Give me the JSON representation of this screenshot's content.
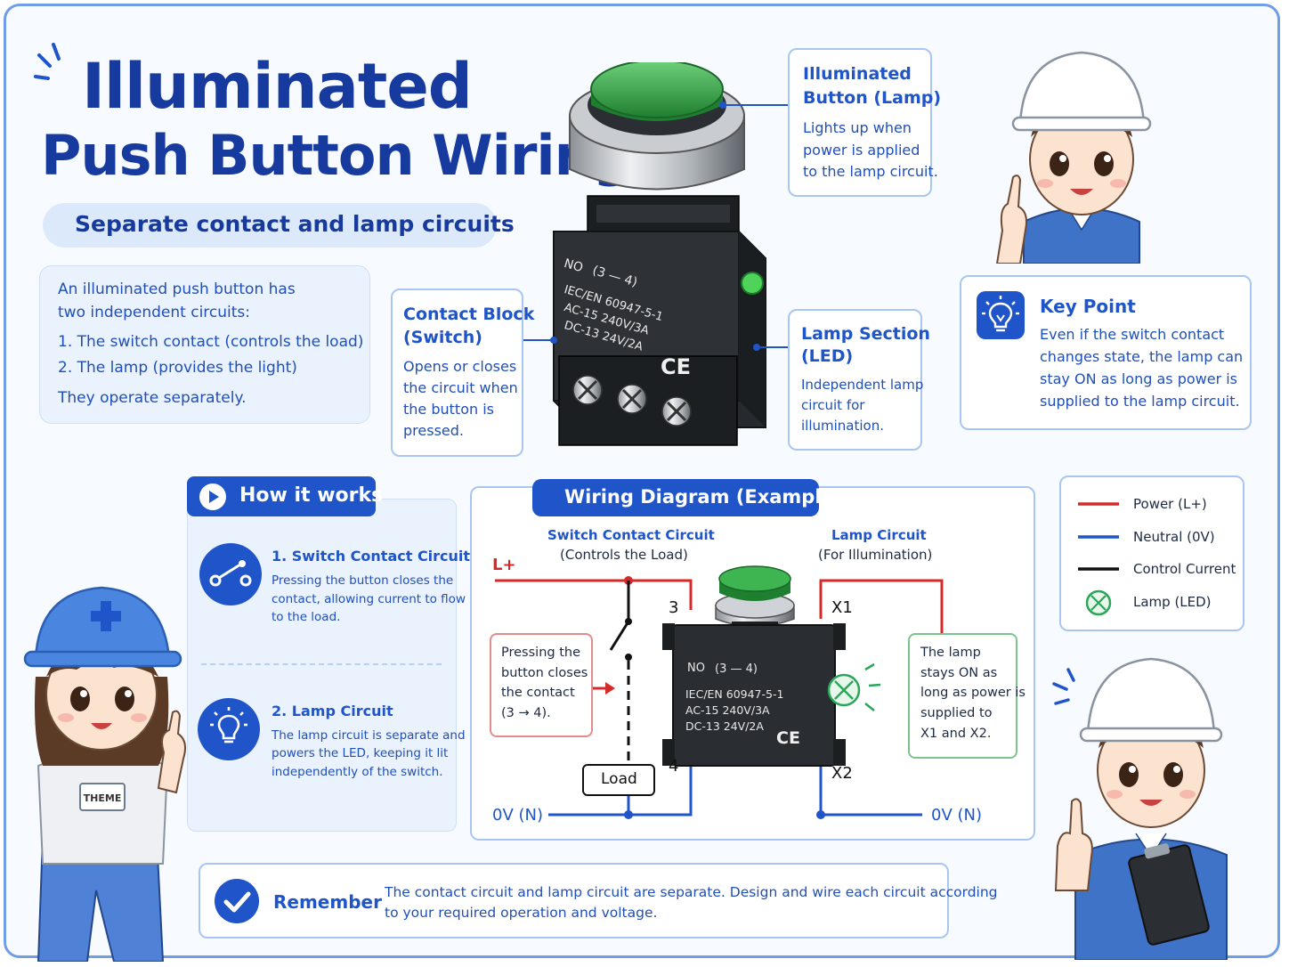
{
  "title": {
    "line1": "Illuminated",
    "line2": "Push Button Wiring"
  },
  "subtitle": "Separate contact and lamp circuits",
  "intro": {
    "line1": "An illuminated push button has",
    "line2": "two independent circuits:",
    "item1": "1. The switch contact (controls the load)",
    "item2": "2. The lamp (provides the light)",
    "closing": "They operate separately."
  },
  "callouts": {
    "lamp_button": {
      "title_line1": "Illuminated",
      "title_line2": "Button (Lamp)",
      "text_lines": [
        "Lights up when",
        "power is applied",
        "to the lamp circuit."
      ]
    },
    "contact_block": {
      "title_line1": "Contact Block",
      "title_line2": "(Switch)",
      "text_lines": [
        "Opens or closes",
        "the circuit when",
        "the button is",
        "pressed."
      ]
    },
    "lamp_section": {
      "title_line1": "Lamp Section",
      "title_line2": "(LED)",
      "text_lines": [
        "Independent lamp",
        "circuit for",
        "illumination."
      ]
    }
  },
  "device_labels": {
    "no": "NO",
    "contacts": "(3 — 4)",
    "standard": "IEC/EN 60947-5-1",
    "ac": "AC-15  240V/3A",
    "dc": "DC-13  24V/2A",
    "ce": "CE"
  },
  "key_point": {
    "title": "Key Point",
    "text_lines": [
      "Even if the switch contact",
      "changes state, the lamp can",
      "stay ON as long as power is",
      "supplied to the lamp circuit."
    ],
    "icon": "lightbulb-icon"
  },
  "how_it_works": {
    "header": "How it works",
    "step1": {
      "title": "1. Switch Contact Circuit",
      "text_lines": [
        "Pressing the button closes the",
        "contact, allowing current to flow",
        "to the load."
      ],
      "icon": "switch-icon"
    },
    "step2": {
      "title": "2. Lamp Circuit",
      "text_lines": [
        "The lamp circuit is separate and",
        "powers the LED, keeping it lit",
        "independently of the switch."
      ],
      "icon": "lightbulb-icon"
    }
  },
  "wiring": {
    "header": "Wiring Diagram (Example)",
    "switch_circuit": {
      "title": "Switch Contact Circuit",
      "sub": "(Controls the Load)"
    },
    "lamp_circuit": {
      "title": "Lamp Circuit",
      "sub": "(For Illumination)"
    },
    "l_plus": "L+",
    "zero_v_left": "0V (N)",
    "zero_v_right": "0V (N)",
    "term3": "3",
    "term4": "4",
    "termX1": "X1",
    "termX2": "X2",
    "load": "Load",
    "press_note_lines": [
      "Pressing the",
      "button closes",
      "the contact",
      "(3 → 4)."
    ],
    "lamp_note_lines": [
      "The lamp",
      "stays ON as",
      "long as power is",
      "supplied to",
      "X1 and X2."
    ]
  },
  "legend": [
    {
      "label": "Power (L+)",
      "color": "#d62a2a"
    },
    {
      "label": "Neutral (0V)",
      "color": "#1f55c8"
    },
    {
      "label": "Control Current",
      "color": "#111111"
    },
    {
      "label": "Lamp (LED)",
      "color": "#2aa55a"
    }
  ],
  "remember": {
    "label": "Remember",
    "text_lines": [
      "The contact circuit and lamp circuit are separate. Design and wire each circuit according",
      "to your required operation and voltage."
    ],
    "icon": "checkmark-icon"
  },
  "worker_badge": "THEME",
  "colors": {
    "primary": "#1f55c8",
    "title": "#173a9e",
    "power": "#d62a2a",
    "neutral": "#1f55c8",
    "control": "#111111",
    "lamp": "#2aa55a",
    "button_green": "#2e9e43"
  }
}
